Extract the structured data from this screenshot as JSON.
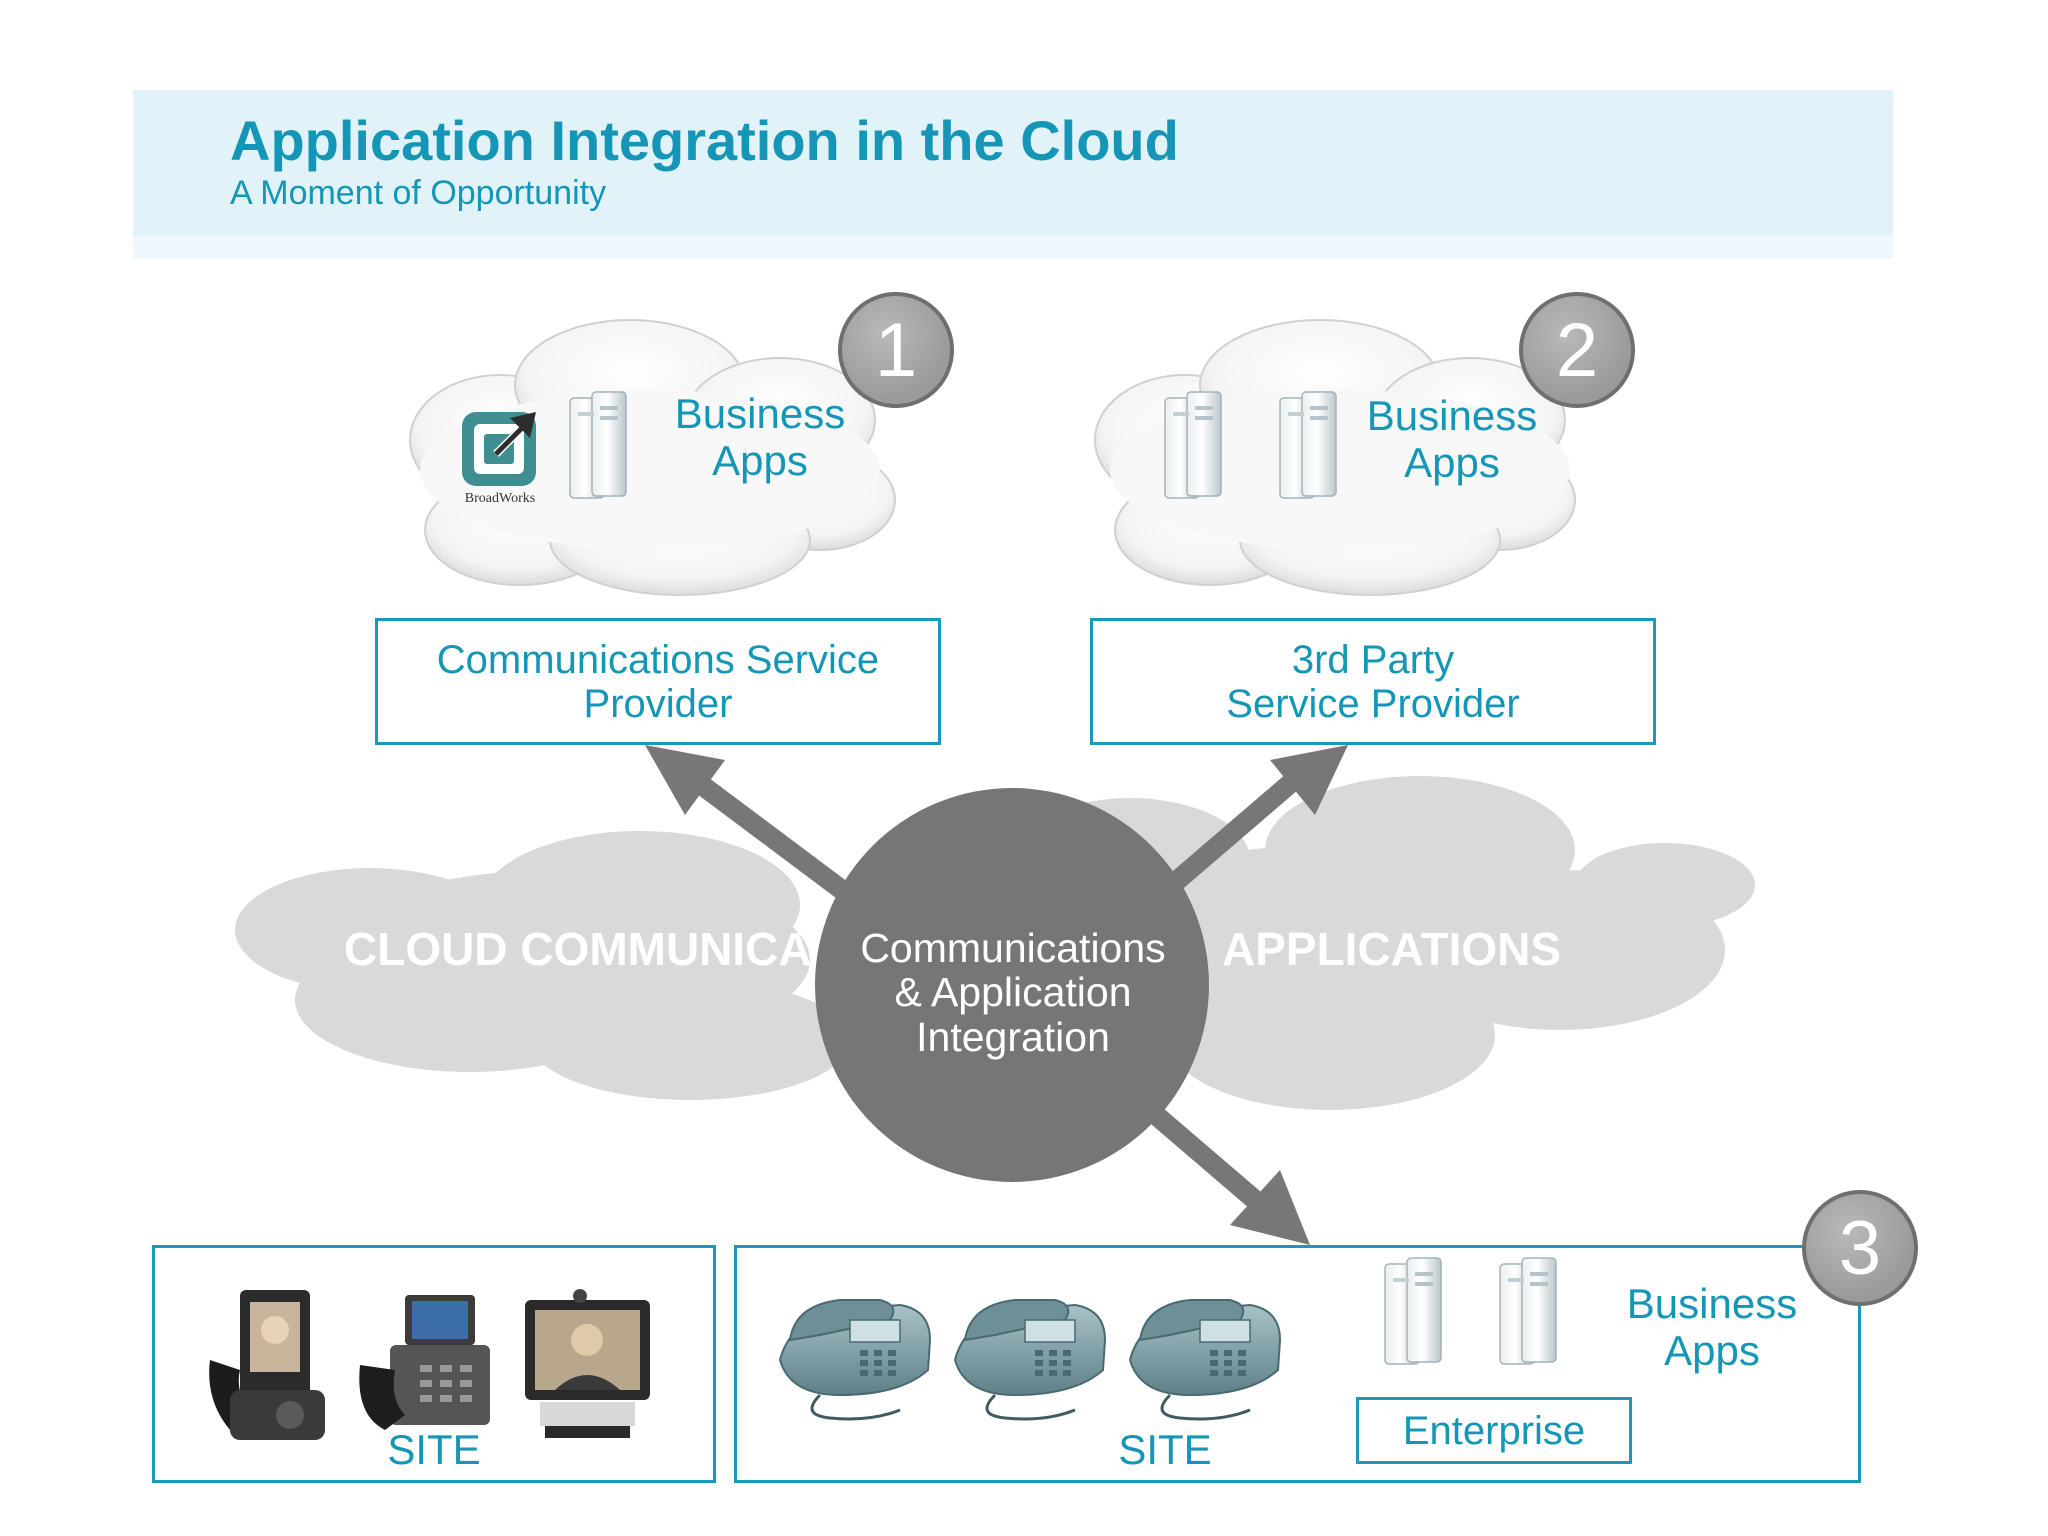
{
  "header": {
    "title": "Application Integration in the Cloud",
    "subtitle": "A Moment of Opportunity"
  },
  "background_cloud": {
    "left_text": "CLOUD COMMUNICA",
    "right_text": "APPLICATIONS"
  },
  "hub": {
    "label": "Communications\n& Application\nIntegration"
  },
  "cloud_1": {
    "badge": "1",
    "label_line1": "Business",
    "label_line2": "Apps",
    "logo_text": "BroadWorks"
  },
  "cloud_2": {
    "badge": "2",
    "label_line1": "Business",
    "label_line2": "Apps"
  },
  "provider_1": {
    "label": "Communications Service\nProvider"
  },
  "provider_2": {
    "label": "3rd Party\nService Provider"
  },
  "site_left": {
    "label": "SITE"
  },
  "site_right": {
    "label": "SITE",
    "badge": "3",
    "apps_line1": "Business",
    "apps_line2": "Apps",
    "enterprise_label": "Enterprise"
  },
  "colors": {
    "accent": "#1596b7",
    "hub": "#767676",
    "cloud": "#d9d9d9",
    "arrow": "#777777"
  }
}
